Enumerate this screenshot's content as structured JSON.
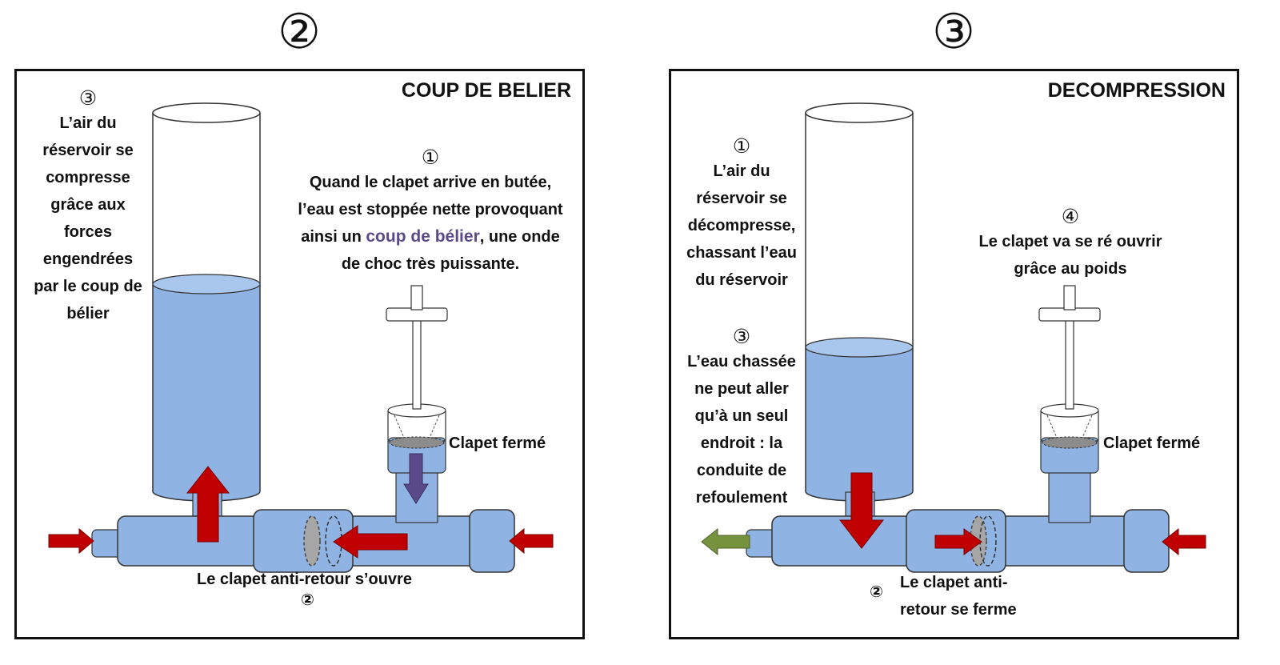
{
  "step_left": {
    "number": "②"
  },
  "step_right": {
    "number": "③"
  },
  "panel_left": {
    "title": "COUP DE BELIER",
    "note_reservoir": {
      "number": "③",
      "lines": [
        "L’air du",
        "réservoir se",
        "compresse",
        "grâce aux",
        "forces",
        "engendrées",
        "par le coup de",
        "bélier"
      ]
    },
    "note_valve": {
      "number": "①",
      "line1": "Quand le clapet arrive en butée,",
      "line2": "l’eau est stoppée nette provoquant",
      "line3_before": "ainsi un ",
      "line3_highlight": "coup de bélier",
      "line3_after": ", une onde",
      "line4": "de choc très puissante."
    },
    "valve_label": "Clapet  fermé",
    "check_valve_label": "Le clapet anti-retour s’ouvre",
    "check_valve_number": "②"
  },
  "panel_right": {
    "title": "DECOMPRESSION",
    "note_reservoir": {
      "number": "①",
      "lines": [
        "L’air du",
        "réservoir se",
        "décompresse,",
        "chassant l’eau",
        "du réservoir"
      ]
    },
    "note_outlet": {
      "number": "③",
      "lines": [
        "L’eau chassée",
        "ne peut aller",
        "qu’à un seul",
        "endroit : la",
        "conduite de",
        "refoulement"
      ]
    },
    "note_valve": {
      "number": "④",
      "line1": "Le clapet va se ré ouvrir",
      "line2": "grâce au poids"
    },
    "valve_label": "Clapet  fermé",
    "check_valve_number": "②",
    "check_valve_line1": "Le clapet  anti-",
    "check_valve_line2": "retour se ferme"
  },
  "colors": {
    "water": "#8fb4e3",
    "arrow_red": "#c00000",
    "arrow_purple": "#5b4a8a",
    "arrow_green": "#76923c",
    "highlight_text": "#5b4a8a"
  }
}
